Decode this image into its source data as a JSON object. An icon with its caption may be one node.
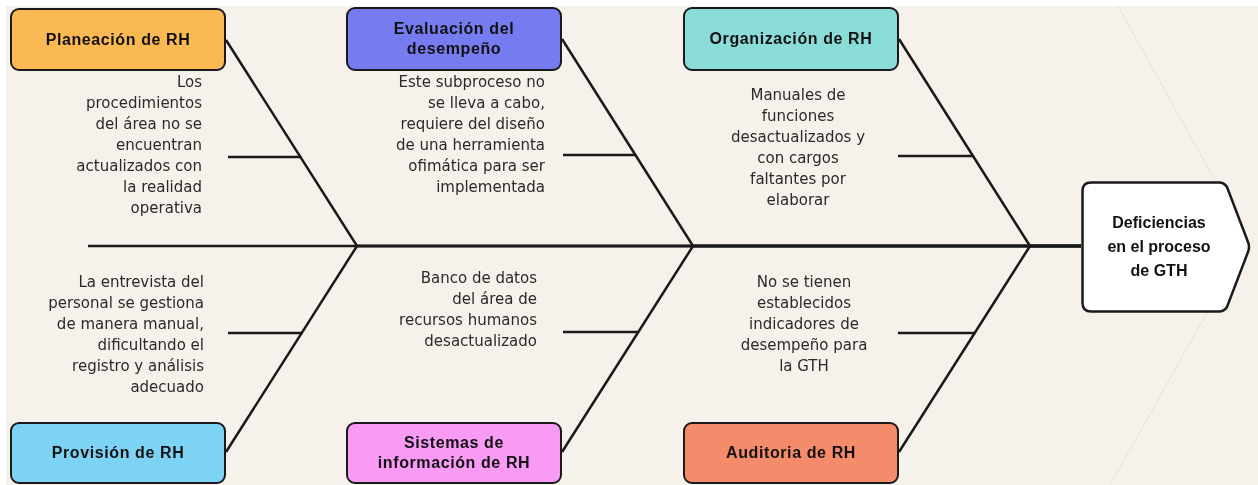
{
  "diagram": {
    "nodes": [
      {
        "text": [
          "Planeación de RH"
        ]
      },
      {
        "text": [
          "Evaluación del desempeño"
        ]
      },
      {
        "text": [
          "Organización de RH"
        ]
      },
      {
        "text": [
          "Provisión de RH"
        ]
      },
      {
        "text": [
          "Sistemas de información de RH"
        ]
      },
      {
        "text": [
          "Auditoria de RH"
        ]
      },
      {
        "text": [
          "Deficiencias en el proceso de GTH"
        ]
      },
      {
        "text": [
          "Los procedimientos del área no se encuentran actualizados con la realidad operativa"
        ]
      },
      {
        "text": [
          "Este subproceso no se lleva a cabo, requiere del diseño de una herramienta ofimática para ser implementada"
        ]
      },
      {
        "text": [
          "Manuales de funciones desactualizados y con cargos faltantes por elaborar"
        ]
      },
      {
        "text": [
          "La entrevista del personal se gestiona de manera manual, dificultando el registro y análisis adecuado"
        ]
      },
      {
        "text": [
          "Banco de datos del área de recursos humanos desactualizado"
        ]
      },
      {
        "text": [
          "No se tienen establecidos indicadores de desempeño para la GTH"
        ]
      }
    ],
    "edges": [
      {
        "from": 0,
        "to": 6,
        "arrow": "none"
      },
      {
        "from": 1,
        "to": 6,
        "arrow": "none"
      },
      {
        "from": 2,
        "to": 6,
        "arrow": "none"
      },
      {
        "from": 3,
        "to": 6,
        "arrow": "none"
      },
      {
        "from": 4,
        "to": 6,
        "arrow": "none"
      },
      {
        "from": 5,
        "to": 6,
        "arrow": "none"
      },
      {
        "from": 7,
        "to": null,
        "arrow": "none"
      },
      {
        "from": 8,
        "to": null,
        "arrow": "none"
      },
      {
        "from": 9,
        "to": null,
        "arrow": "none"
      },
      {
        "from": 10,
        "to": null,
        "arrow": "none"
      },
      {
        "from": 11,
        "to": null,
        "arrow": "none"
      },
      {
        "from": 12,
        "to": null,
        "arrow": "none"
      },
      {
        "from": null,
        "to": 6,
        "arrow": "none"
      }
    ]
  }
}
